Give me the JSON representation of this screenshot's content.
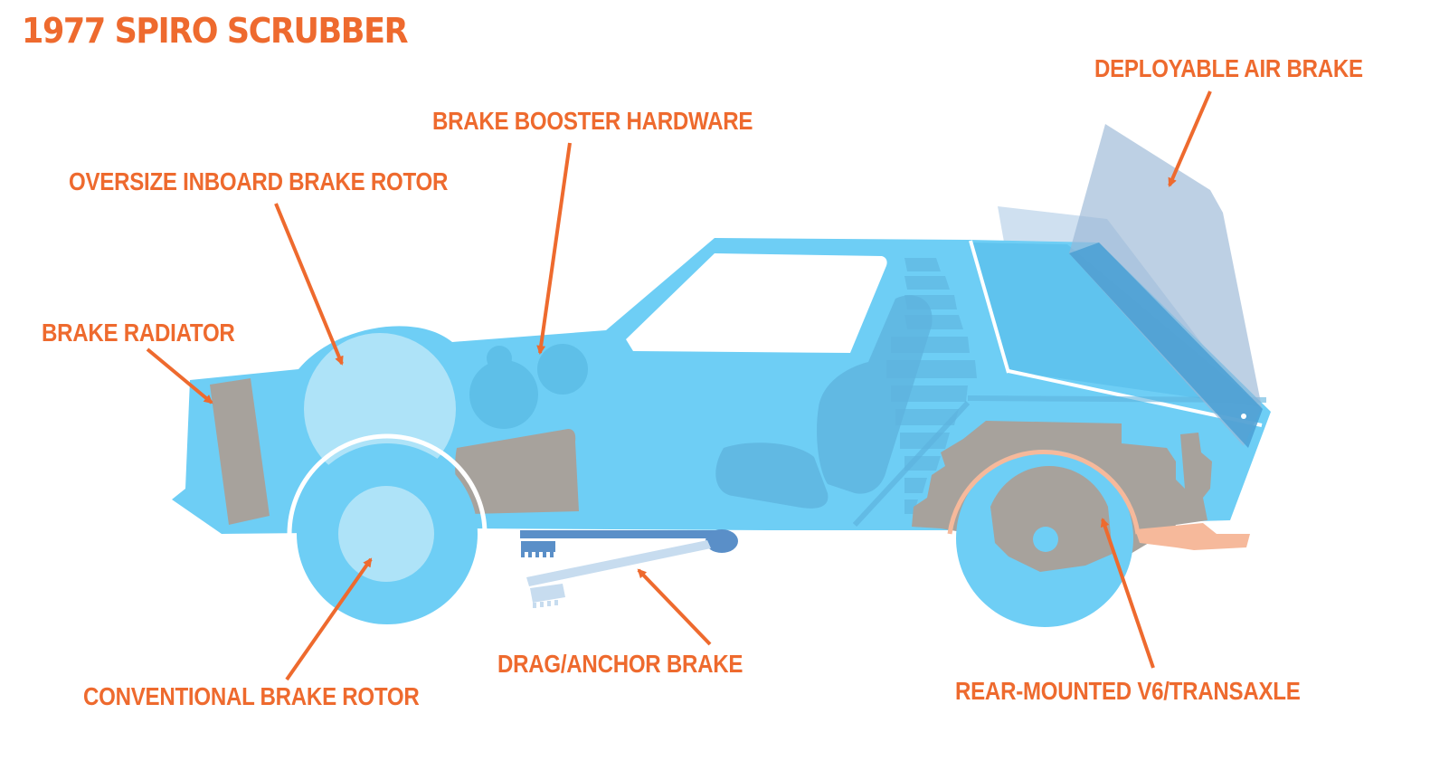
{
  "title": "1977 SPIRO SCRUBBER",
  "callouts": {
    "air_brake": "DEPLOYABLE AIR BRAKE",
    "booster": "BRAKE BOOSTER HARDWARE",
    "oversize_rotor": "OVERSIZE INBOARD BRAKE ROTOR",
    "radiator": "BRAKE RADIATOR",
    "drag_brake": "DRAG/ANCHOR BRAKE",
    "conventional_rotor": "CONVENTIONAL BRAKE ROTOR",
    "engine": "REAR-MOUNTED V6/TRANSAXLE"
  },
  "colors": {
    "accent": "#ee6a2e",
    "body": "#6ecef5",
    "glass": "#ffffff",
    "component": "#a7a29c",
    "rotor": "#aee3f8",
    "darkblue": "#4a9fd3",
    "airbrake": "#9ab7d6",
    "exhaust": "#f6b99b"
  }
}
